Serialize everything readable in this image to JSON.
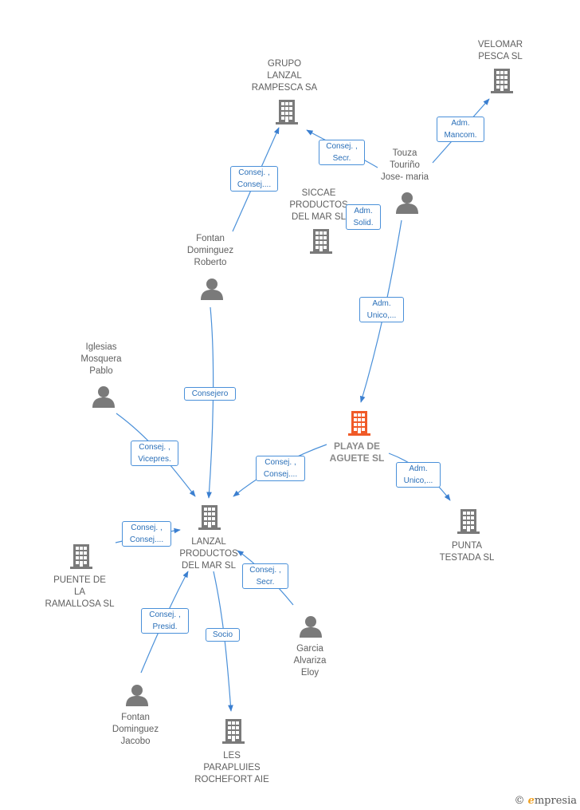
{
  "nodes": {
    "grupo_lanzal": {
      "label": "GRUPO\nLANZAL\nRAMPESCA SA",
      "type": "company"
    },
    "velomar": {
      "label": "VELOMAR\nPESCA SL",
      "type": "company"
    },
    "touza": {
      "label": "Touza\nTouriño\nJose- maria",
      "type": "person"
    },
    "siccae": {
      "label": "SICCAE\nPRODUCTOS\nDEL MAR SL",
      "type": "company"
    },
    "fontan_roberto": {
      "label": "Fontan\nDominguez\nRoberto",
      "type": "person"
    },
    "iglesias": {
      "label": "Iglesias\nMosquera\nPablo",
      "type": "person"
    },
    "playa": {
      "label": "PLAYA DE\nAGUETE SL",
      "type": "company-focus"
    },
    "lanzal_productos": {
      "label": "LANZAL\nPRODUCTOS\nDEL MAR SL",
      "type": "company"
    },
    "punta": {
      "label": "PUNTA\nTESTADA SL",
      "type": "company"
    },
    "puente": {
      "label": "PUENTE DE\nLA\nRAMALLOSA SL",
      "type": "company"
    },
    "garcia": {
      "label": "Garcia\nAlvariza\nEloy",
      "type": "person"
    },
    "fontan_jacobo": {
      "label": "Fontan\nDominguez\nJacobo",
      "type": "person"
    },
    "les_parapluies": {
      "label": "LES\nPARAPLUIES\nROCHEFORT AIE",
      "type": "company"
    }
  },
  "edges": {
    "touza_velomar": "Adm.\nMancom.",
    "touza_grupo": "Consej. ,\nSecr.",
    "touza_siccae": "Adm.\nSolid.",
    "roberto_grupo": "Consej. ,\nConsej....",
    "touza_playa": "Adm.\nUnico,...",
    "roberto_lanzal": "Consejero",
    "iglesias_lanzal": "Consej. ,\nVicepres.",
    "playa_lanzal": "Consej. ,\nConsej....",
    "playa_punta": "Adm.\nUnico,...",
    "puente_lanzal": "Consej. ,\nConsej....",
    "garcia_lanzal": "Consej. ,\nSecr.",
    "jacobo_lanzal": "Consej. ,\nPresid.",
    "lanzal_les": "Socio"
  },
  "colors": {
    "edge": "#4a90d9",
    "company": "#7a7a7a",
    "focus": "#f05a28",
    "person": "#7a7a7a"
  },
  "brand": {
    "symbol": "©",
    "name_initial": "e",
    "name_rest": "mpresia"
  }
}
